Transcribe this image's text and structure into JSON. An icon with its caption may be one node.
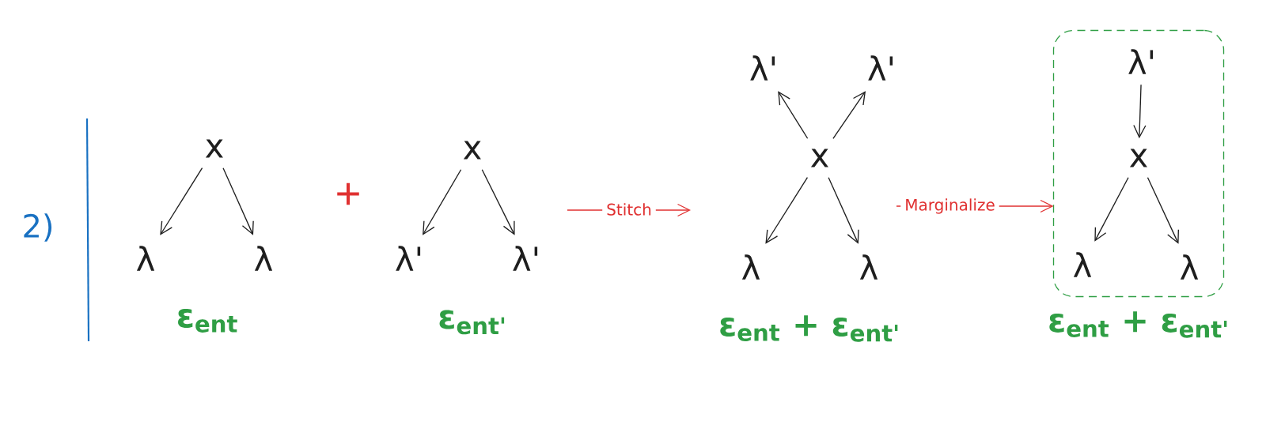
{
  "diagram": {
    "nodes": [
      {
        "text": [
          "x"
        ]
      },
      {
        "text": [
          "λ"
        ]
      },
      {
        "text": [
          "λ"
        ]
      },
      {
        "text": [
          "x"
        ]
      },
      {
        "text": [
          "λ'"
        ]
      },
      {
        "text": [
          "λ'"
        ]
      },
      {
        "text": [
          "λ'"
        ]
      },
      {
        "text": [
          "λ'"
        ]
      },
      {
        "text": [
          "x"
        ]
      },
      {
        "text": [
          "λ"
        ]
      },
      {
        "text": [
          "λ"
        ]
      },
      {
        "text": [],
        "shape": "box",
        "beside": [
          "ε$_{ent}$ + ε$_{ent'}$"
        ]
      },
      {
        "text": [
          "λ'"
        ],
        "in": 11
      },
      {
        "text": [
          "x"
        ],
        "in": 11
      },
      {
        "text": [
          "λ"
        ],
        "in": 11
      },
      {
        "text": [
          "λ"
        ],
        "in": 11
      }
    ],
    "edges": [
      {
        "from": 0,
        "to": 1,
        "arrow": "to"
      },
      {
        "from": 0,
        "to": 2,
        "arrow": "to"
      },
      {
        "from": 3,
        "to": 4,
        "arrow": "to"
      },
      {
        "from": 3,
        "to": 5,
        "arrow": "to"
      },
      {
        "from": 8,
        "to": 6,
        "arrow": "to"
      },
      {
        "from": 8,
        "to": 7,
        "arrow": "to"
      },
      {
        "from": 8,
        "to": 9,
        "arrow": "to"
      },
      {
        "from": 8,
        "to": 10,
        "arrow": "to"
      },
      {
        "from": 12,
        "to": 13,
        "arrow": "to"
      },
      {
        "from": 13,
        "to": 14,
        "arrow": "to"
      },
      {
        "from": 13,
        "to": 15,
        "arrow": "to"
      },
      {
        "from": null,
        "to": 11,
        "arrow": "to",
        "label": "Marginalize",
        "color": "#e03131"
      }
    ],
    "labels": [
      "2)",
      "ε$_{ent}$",
      "+",
      "ε$_{ent'}$",
      "Stitch",
      "ε$_{ent}$ + ε$_{ent'}$"
    ]
  }
}
